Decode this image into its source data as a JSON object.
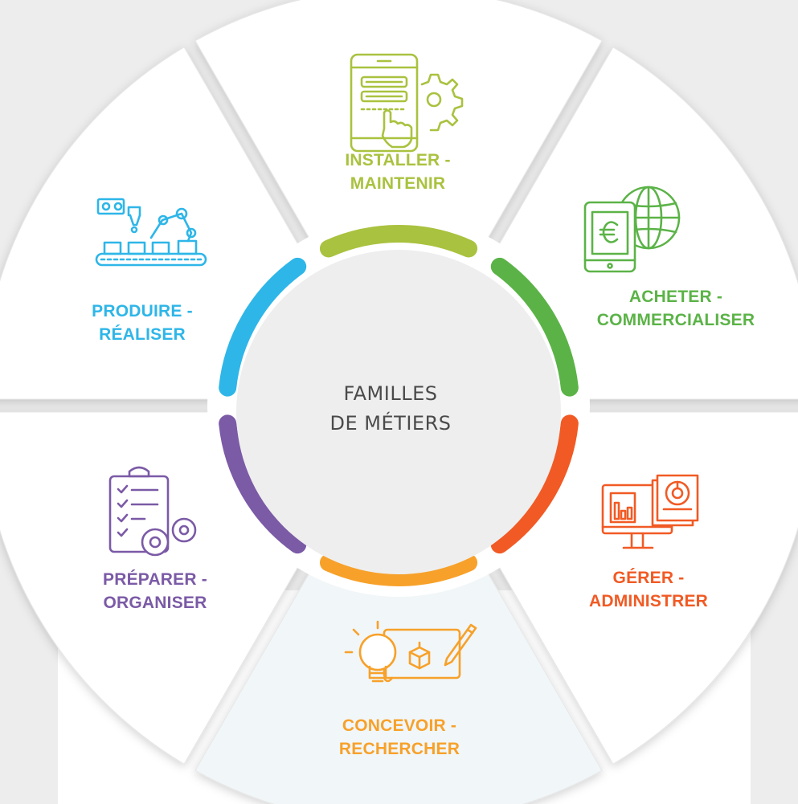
{
  "center": {
    "line1": "FAMILLES",
    "line2": "DE MÉTIERS"
  },
  "segments": [
    {
      "id": "installer",
      "line1": "INSTALLER -",
      "line2": "MAINTENIR",
      "color": "#a9c23f",
      "icon": "tablet-tools-gear-icon"
    },
    {
      "id": "acheter",
      "line1": "ACHETER -",
      "line2": "COMMERCIALISER",
      "color": "#5bb347",
      "icon": "tablet-euro-globe-icon"
    },
    {
      "id": "gerer",
      "line1": "GÉRER -",
      "line2": "ADMINISTRER",
      "color": "#f15a24",
      "icon": "monitor-charts-icon"
    },
    {
      "id": "concevoir",
      "line1": "CONCEVOIR -",
      "line2": "RECHERCHER",
      "color": "#f7a12a",
      "icon": "lightbulb-blueprint-pencil-icon"
    },
    {
      "id": "preparer",
      "line1": "PRÉPARER -",
      "line2": "ORGANISER",
      "color": "#7b5aa6",
      "icon": "clipboard-checklist-gears-icon"
    },
    {
      "id": "produire",
      "line1": "PRODUIRE -",
      "line2": "RÉALISER",
      "color": "#2eb6e8",
      "icon": "robot-arm-conveyor-icon"
    }
  ]
}
